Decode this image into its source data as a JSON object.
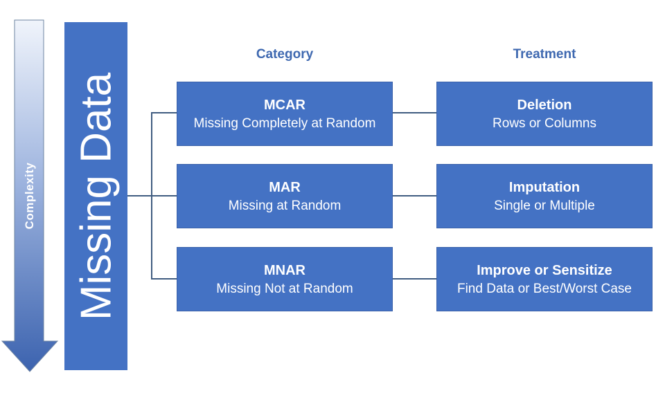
{
  "diagram": {
    "root_label": "Missing Data",
    "axis_label": "Complexity",
    "category_header": "Category",
    "treatment_header": "Treatment",
    "rows": [
      {
        "category": {
          "title": "MCAR",
          "subtitle": "Missing Completely at Random"
        },
        "treatment": {
          "title": "Deletion",
          "subtitle": "Rows or Columns"
        }
      },
      {
        "category": {
          "title": "MAR",
          "subtitle": "Missing at Random"
        },
        "treatment": {
          "title": "Imputation",
          "subtitle": "Single or Multiple"
        }
      },
      {
        "category": {
          "title": "MNAR",
          "subtitle": "Missing Not at Random"
        },
        "treatment": {
          "title": "Improve or Sensitize",
          "subtitle": "Find Data or Best/Worst Case"
        }
      }
    ],
    "colors": {
      "box_fill": "#4472C4",
      "box_border": "#3A61A9",
      "header_text": "#3E68B0",
      "connector_line": "#3F5C80",
      "arrow_gradient_top": "#F0F4FB",
      "arrow_gradient_bottom": "#3C63AF",
      "text_on_blue": "#FFFFFF"
    }
  }
}
